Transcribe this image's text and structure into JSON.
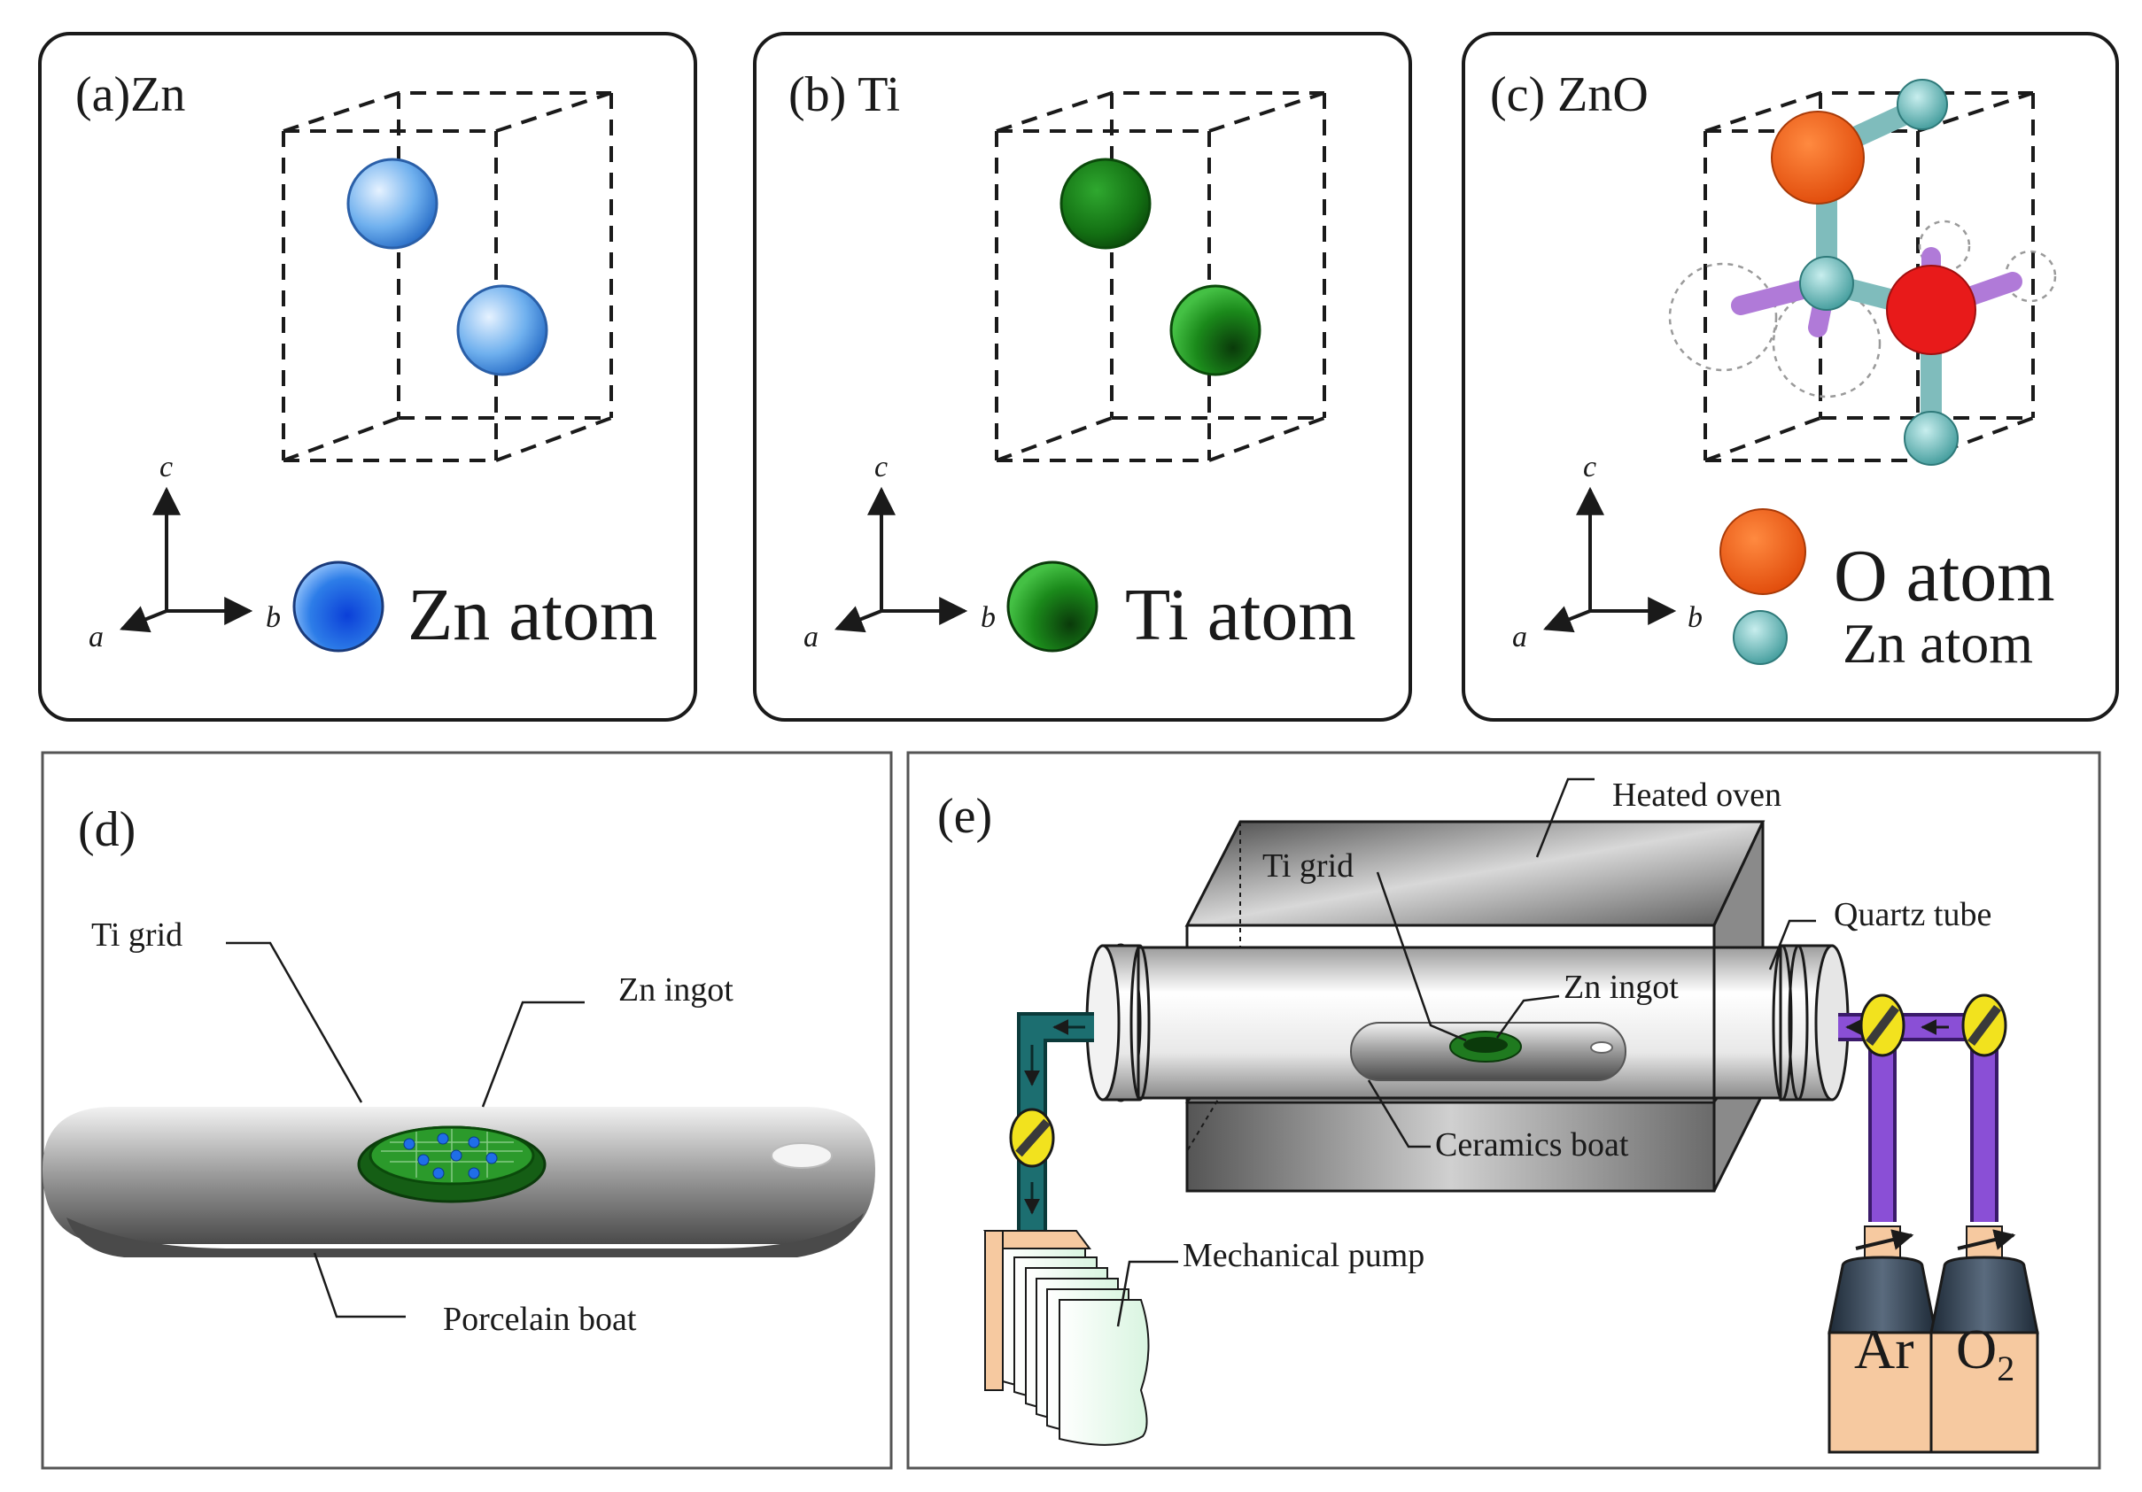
{
  "panels": {
    "a": {
      "label": "(a)Zn",
      "legend": "Zn atom",
      "axes": {
        "c": "c",
        "a": "a",
        "b": "b"
      }
    },
    "b": {
      "label": "(b) Ti",
      "legend": "Ti atom",
      "axes": {
        "c": "c",
        "a": "a",
        "b": "b"
      }
    },
    "c": {
      "label": "(c) ZnO",
      "legend_o": "O atom",
      "legend_zn": "Zn atom",
      "axes": {
        "c": "c",
        "a": "a",
        "b": "b"
      }
    },
    "d": {
      "label": "(d)",
      "ti_grid": "Ti grid",
      "zn_ingot": "Zn ingot",
      "porcelain_boat": "Porcelain boat"
    },
    "e": {
      "label": "(e)",
      "heated_oven": "Heated oven",
      "ti_grid": "Ti grid",
      "quartz_tube": "Quartz tube",
      "zn_ingot": "Zn ingot",
      "ceramics_boat": "Ceramics boat",
      "mechanical_pump": "Mechanical pump",
      "gas_ar": "Ar",
      "gas_o": "O",
      "gas_o_sub": "2"
    }
  },
  "colors": {
    "zn_atom": "#3d8ee8",
    "ti_atom": "#1f8a1f",
    "o_atom": "#f05a14",
    "o_atom_red": "#e81a1a",
    "zn_in_zno": "#5fb3b3",
    "bond_violet": "#b07ad8",
    "pipe_teal": "#1c6e70",
    "pipe_purple": "#8a4fd6",
    "valve_yellow": "#f2e21e",
    "cylinder_dark": "#3b4a5a",
    "cylinder_body": "#f6c9a0"
  }
}
